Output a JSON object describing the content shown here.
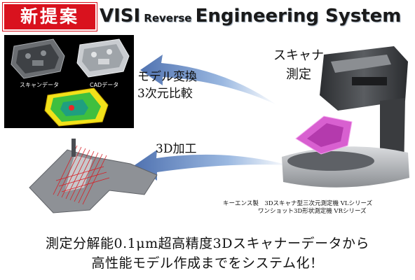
{
  "header": {
    "badge": "新提案",
    "title_part1": "VISI",
    "title_part2": "Reverse",
    "title_part3": "Engineering System"
  },
  "panel": {
    "scan_caption": "スキャンデータ",
    "cad_caption": "CADデータ"
  },
  "labels": {
    "model_line1": "モデル変換",
    "model_line2": "3次元比較",
    "scanner_line1": "スキャナ",
    "scanner_line2": "測定",
    "machining": "3D加工"
  },
  "product_caption": {
    "line1": "キーエンス製　3Dスキャナ型三次元測定機 VLシリーズ",
    "line2": "ワンショット3D形状測定機 VRシリーズ"
  },
  "bottom": {
    "line1": "測定分解能0.1μm超高精度3Dスキャナーデータから",
    "line2": "高性能モデル作成までをシステム化！"
  },
  "colors": {
    "badge": "#d9121e",
    "arrow": "#6f8fc4",
    "part_magenta": "#d860d0",
    "scan_green": "#3fbf3f"
  }
}
